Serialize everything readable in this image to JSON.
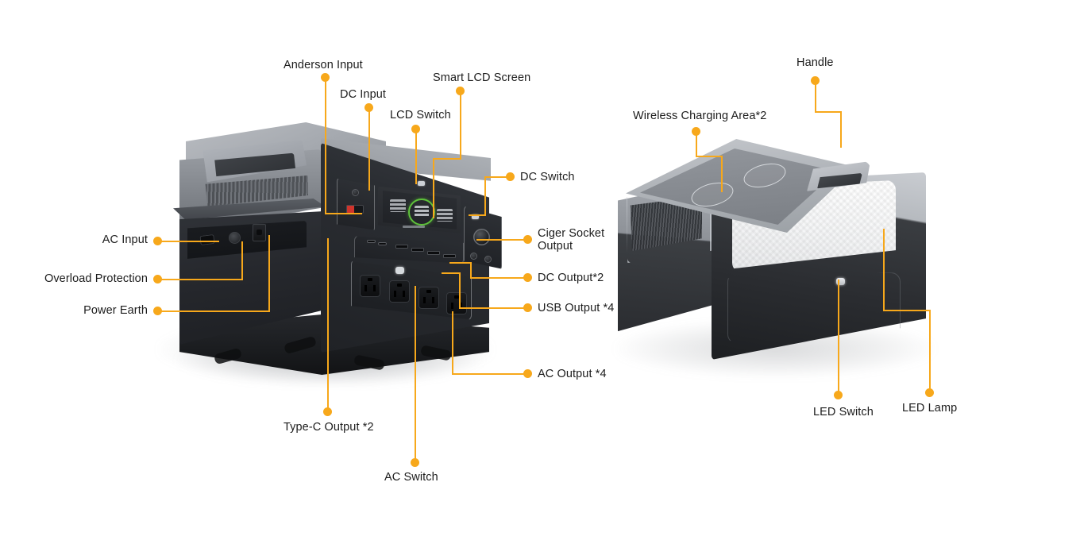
{
  "diagram": {
    "title": "Portable Power Station Feature Callouts",
    "accent_color": "#f7a81b",
    "text_color": "#1c1c1c",
    "background_color": "#ffffff"
  },
  "left_unit": {
    "name": "front-and-left-view",
    "callouts": [
      {
        "id": "anderson-input",
        "label": "Anderson Input"
      },
      {
        "id": "dc-input",
        "label": "DC Input"
      },
      {
        "id": "smart-lcd-screen",
        "label": "Smart LCD Screen"
      },
      {
        "id": "lcd-switch",
        "label": "LCD Switch"
      },
      {
        "id": "dc-switch",
        "label": "DC Switch"
      },
      {
        "id": "ciger-socket-output",
        "label": "Ciger Socket\nOutput"
      },
      {
        "id": "dc-output",
        "label": "DC Output*2"
      },
      {
        "id": "usb-output",
        "label": "USB Output *4"
      },
      {
        "id": "ac-output",
        "label": "AC Output *4"
      },
      {
        "id": "ac-input",
        "label": "AC Input"
      },
      {
        "id": "overload-protection",
        "label": "Overload Protection"
      },
      {
        "id": "power-earth",
        "label": "Power Earth"
      },
      {
        "id": "type-c-output",
        "label": "Type-C Output *2"
      },
      {
        "id": "ac-switch",
        "label": "AC Switch"
      }
    ]
  },
  "right_unit": {
    "name": "rear-and-top-view",
    "callouts": [
      {
        "id": "handle",
        "label": "Handle"
      },
      {
        "id": "wireless-charging-area",
        "label": "Wireless Charging Area*2"
      },
      {
        "id": "led-switch",
        "label": "LED Switch"
      },
      {
        "id": "led-lamp",
        "label": "LED Lamp"
      }
    ]
  }
}
